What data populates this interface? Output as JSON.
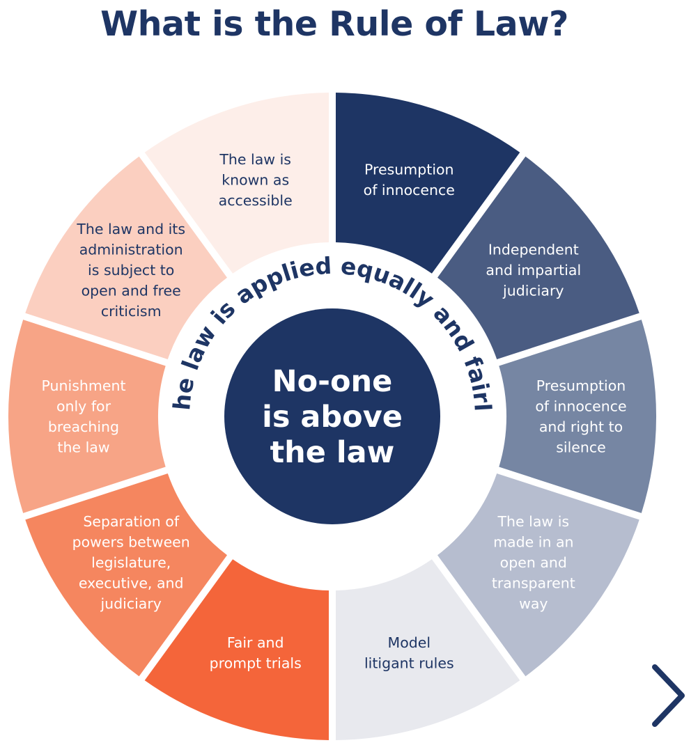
{
  "title": "What is the Rule of Law?",
  "center": {
    "lines": [
      "No-one",
      "is above",
      "the law"
    ],
    "color": "#1e3564"
  },
  "ring_caption": "The law is applied equally and fairly",
  "segments": [
    {
      "lines": [
        "Presumption",
        "of innocence"
      ],
      "fill": "#1e3564",
      "text_color": "#ffffff"
    },
    {
      "lines": [
        "Independent",
        "and impartial",
        "judiciary"
      ],
      "fill": "#4a5c82",
      "text_color": "#ffffff"
    },
    {
      "lines": [
        "Presumption",
        "of innocence",
        "and right to",
        "silence"
      ],
      "fill": "#7686a3",
      "text_color": "#ffffff"
    },
    {
      "lines": [
        "The law is",
        "made in an",
        "open and",
        "transparent",
        "way"
      ],
      "fill": "#b6bdcf",
      "text_color": "#ffffff"
    },
    {
      "lines": [
        "Model",
        "litigant rules"
      ],
      "fill": "#e8e9ee",
      "text_color": "#1e3564"
    },
    {
      "lines": [
        "Fair and",
        "prompt trials"
      ],
      "fill": "#f4653a",
      "text_color": "#ffffff"
    },
    {
      "lines": [
        "Separation of",
        "powers between",
        "legislature,",
        "executive, and",
        "judiciary"
      ],
      "fill": "#f5865f",
      "text_color": "#ffffff"
    },
    {
      "lines": [
        "Punishment",
        "only for",
        "breaching",
        "the law"
      ],
      "fill": "#f7a486",
      "text_color": "#ffffff"
    },
    {
      "lines": [
        "The law and its",
        "administration",
        "is subject to",
        "open and free",
        "criticism"
      ],
      "fill": "#fbcfc0",
      "text_color": "#1e3564"
    },
    {
      "lines": [
        "The law is",
        "known as",
        "accessible"
      ],
      "fill": "#fdeee9",
      "text_color": "#1e3564"
    }
  ],
  "nav": {
    "icon": "chevron-right-icon",
    "color": "#1e3564"
  }
}
